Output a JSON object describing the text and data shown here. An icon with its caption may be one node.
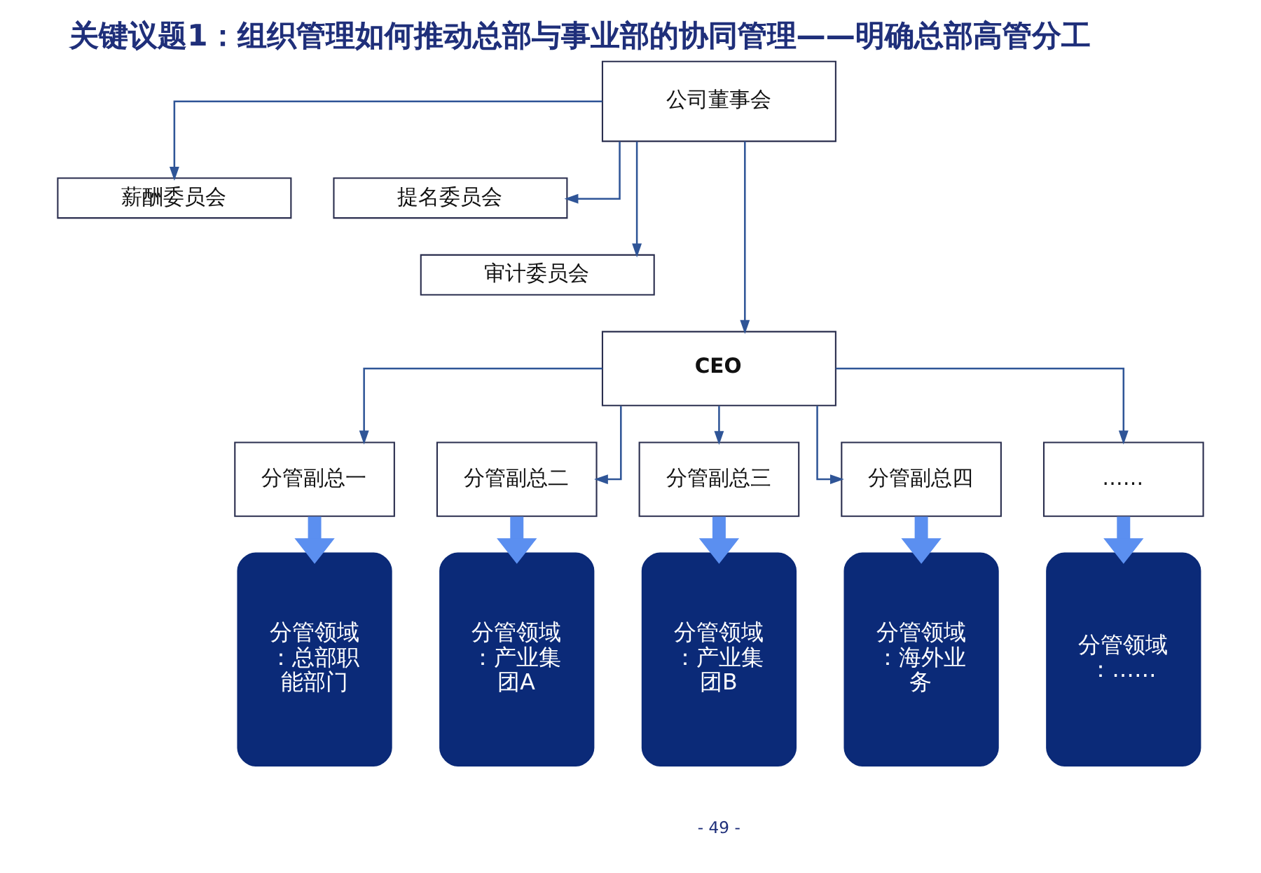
{
  "diagram": {
    "title": "关键议题1：组织管理如何推动总部与事业部的协同管理——明确总部高管分工",
    "nodes": [
      {
        "text": [
          "公司董事会"
        ]
      },
      {
        "text": [
          "薪酬委员会"
        ]
      },
      {
        "text": [
          "提名委员会"
        ]
      },
      {
        "text": [
          "审计委员会"
        ]
      },
      {
        "text": [
          "CEO"
        ]
      },
      {
        "text": [
          "分管副总一"
        ]
      },
      {
        "text": [
          "分管副总二"
        ]
      },
      {
        "text": [
          "分管副总三"
        ]
      },
      {
        "text": [
          "分管副总四"
        ]
      },
      {
        "text": [
          "……"
        ]
      },
      {
        "text": [
          "分管领域：总部职能部门"
        ]
      },
      {
        "text": [
          "分管领域：产业集团A"
        ]
      },
      {
        "text": [
          "分管领域：产业集团B"
        ]
      },
      {
        "text": [
          "分管领域：海外业务"
        ]
      },
      {
        "text": [
          "分管领域：……"
        ]
      }
    ],
    "edges": [
      {
        "from": 0,
        "to": 1,
        "arrow": "to"
      },
      {
        "from": 0,
        "to": 2,
        "arrow": "to"
      },
      {
        "from": 0,
        "to": 3,
        "arrow": "to"
      },
      {
        "from": 0,
        "to": 4,
        "arrow": "to"
      },
      {
        "from": 4,
        "to": 5,
        "arrow": "to"
      },
      {
        "from": 4,
        "to": 6,
        "arrow": "to"
      },
      {
        "from": 4,
        "to": 7,
        "arrow": "to"
      },
      {
        "from": 4,
        "to": 8,
        "arrow": "to"
      },
      {
        "from": 4,
        "to": 9,
        "arrow": "to"
      },
      {
        "from": 5,
        "to": 10,
        "arrow": "to",
        "style": "thick",
        "color": "#5b8ff0"
      },
      {
        "from": 6,
        "to": 11,
        "arrow": "to",
        "style": "thick",
        "color": "#5b8ff0"
      },
      {
        "from": 7,
        "to": 12,
        "arrow": "to",
        "style": "thick",
        "color": "#5b8ff0"
      },
      {
        "from": 8,
        "to": 13,
        "arrow": "to",
        "style": "thick",
        "color": "#5b8ff0"
      },
      {
        "from": 9,
        "to": 14,
        "arrow": "to",
        "style": "thick",
        "color": "#5b8ff0"
      }
    ],
    "labels": [
      "- 49 -"
    ]
  }
}
